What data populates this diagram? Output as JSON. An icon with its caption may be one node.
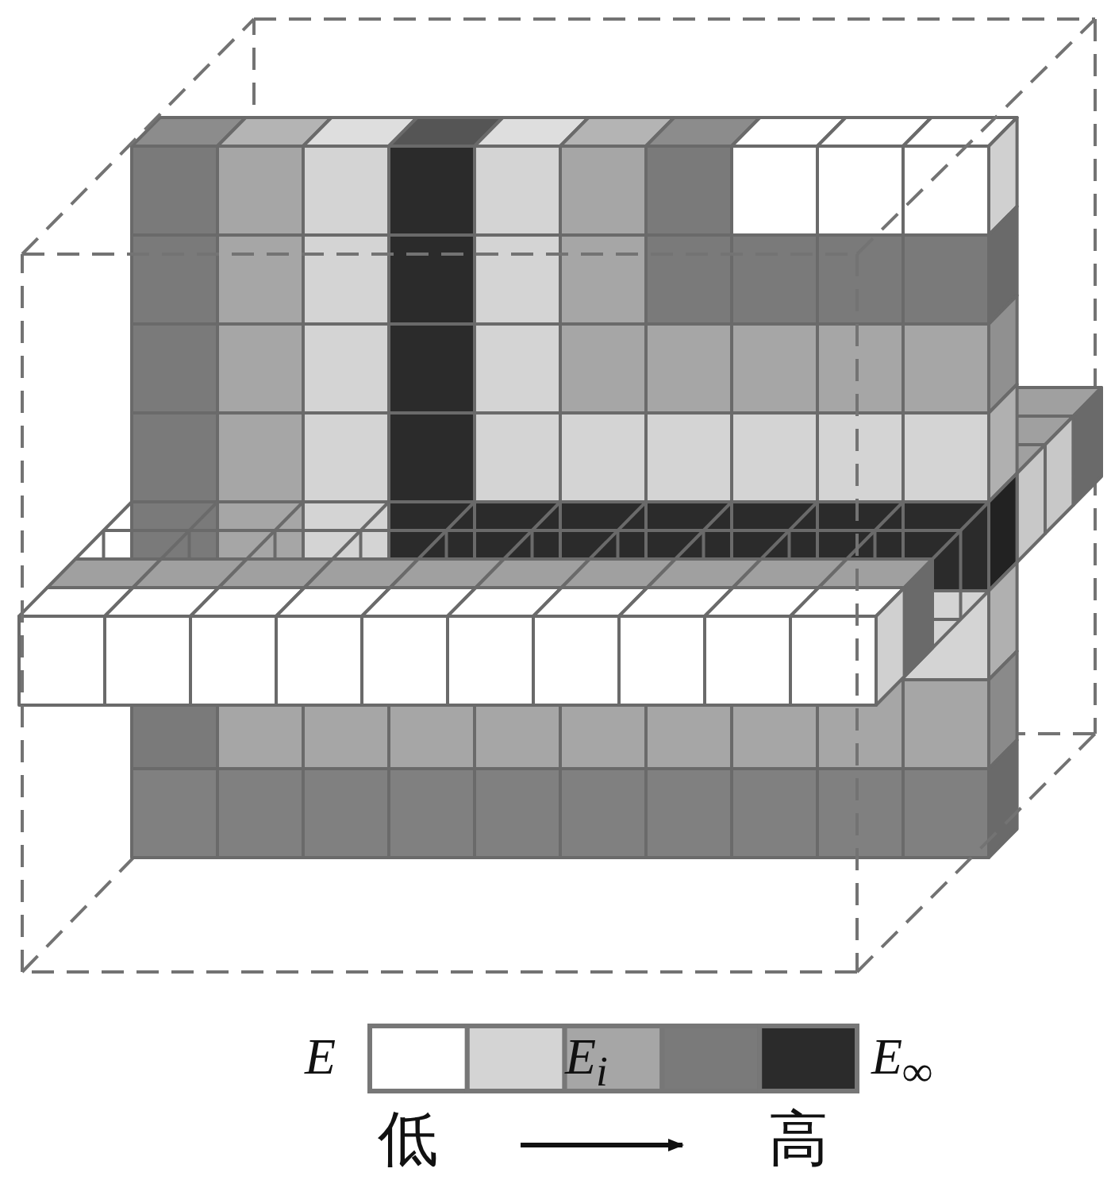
{
  "diagram": {
    "labels": [
      "E",
      "E$_{i}$",
      "E$_{∞}$",
      "低",
      "高"
    ]
  }
}
